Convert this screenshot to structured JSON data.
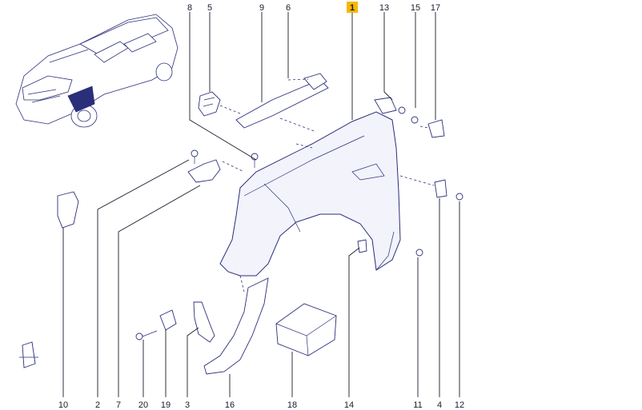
{
  "callouts": {
    "c1": "1",
    "c2": "2",
    "c3": "3",
    "c4": "4",
    "c5": "5",
    "c6": "6",
    "c7": "7",
    "c8": "8",
    "c9": "9",
    "c10": "10",
    "c11": "11",
    "c12": "12",
    "c13": "13",
    "c14": "14",
    "c15": "15",
    "c16": "16",
    "c17": "17",
    "c18": "18",
    "c19": "19",
    "c20": "20"
  },
  "colors": {
    "line": "#2b2f7a",
    "highlight": "#f5b800",
    "text": "#1a1a2e"
  },
  "highlighted_callout": "1"
}
